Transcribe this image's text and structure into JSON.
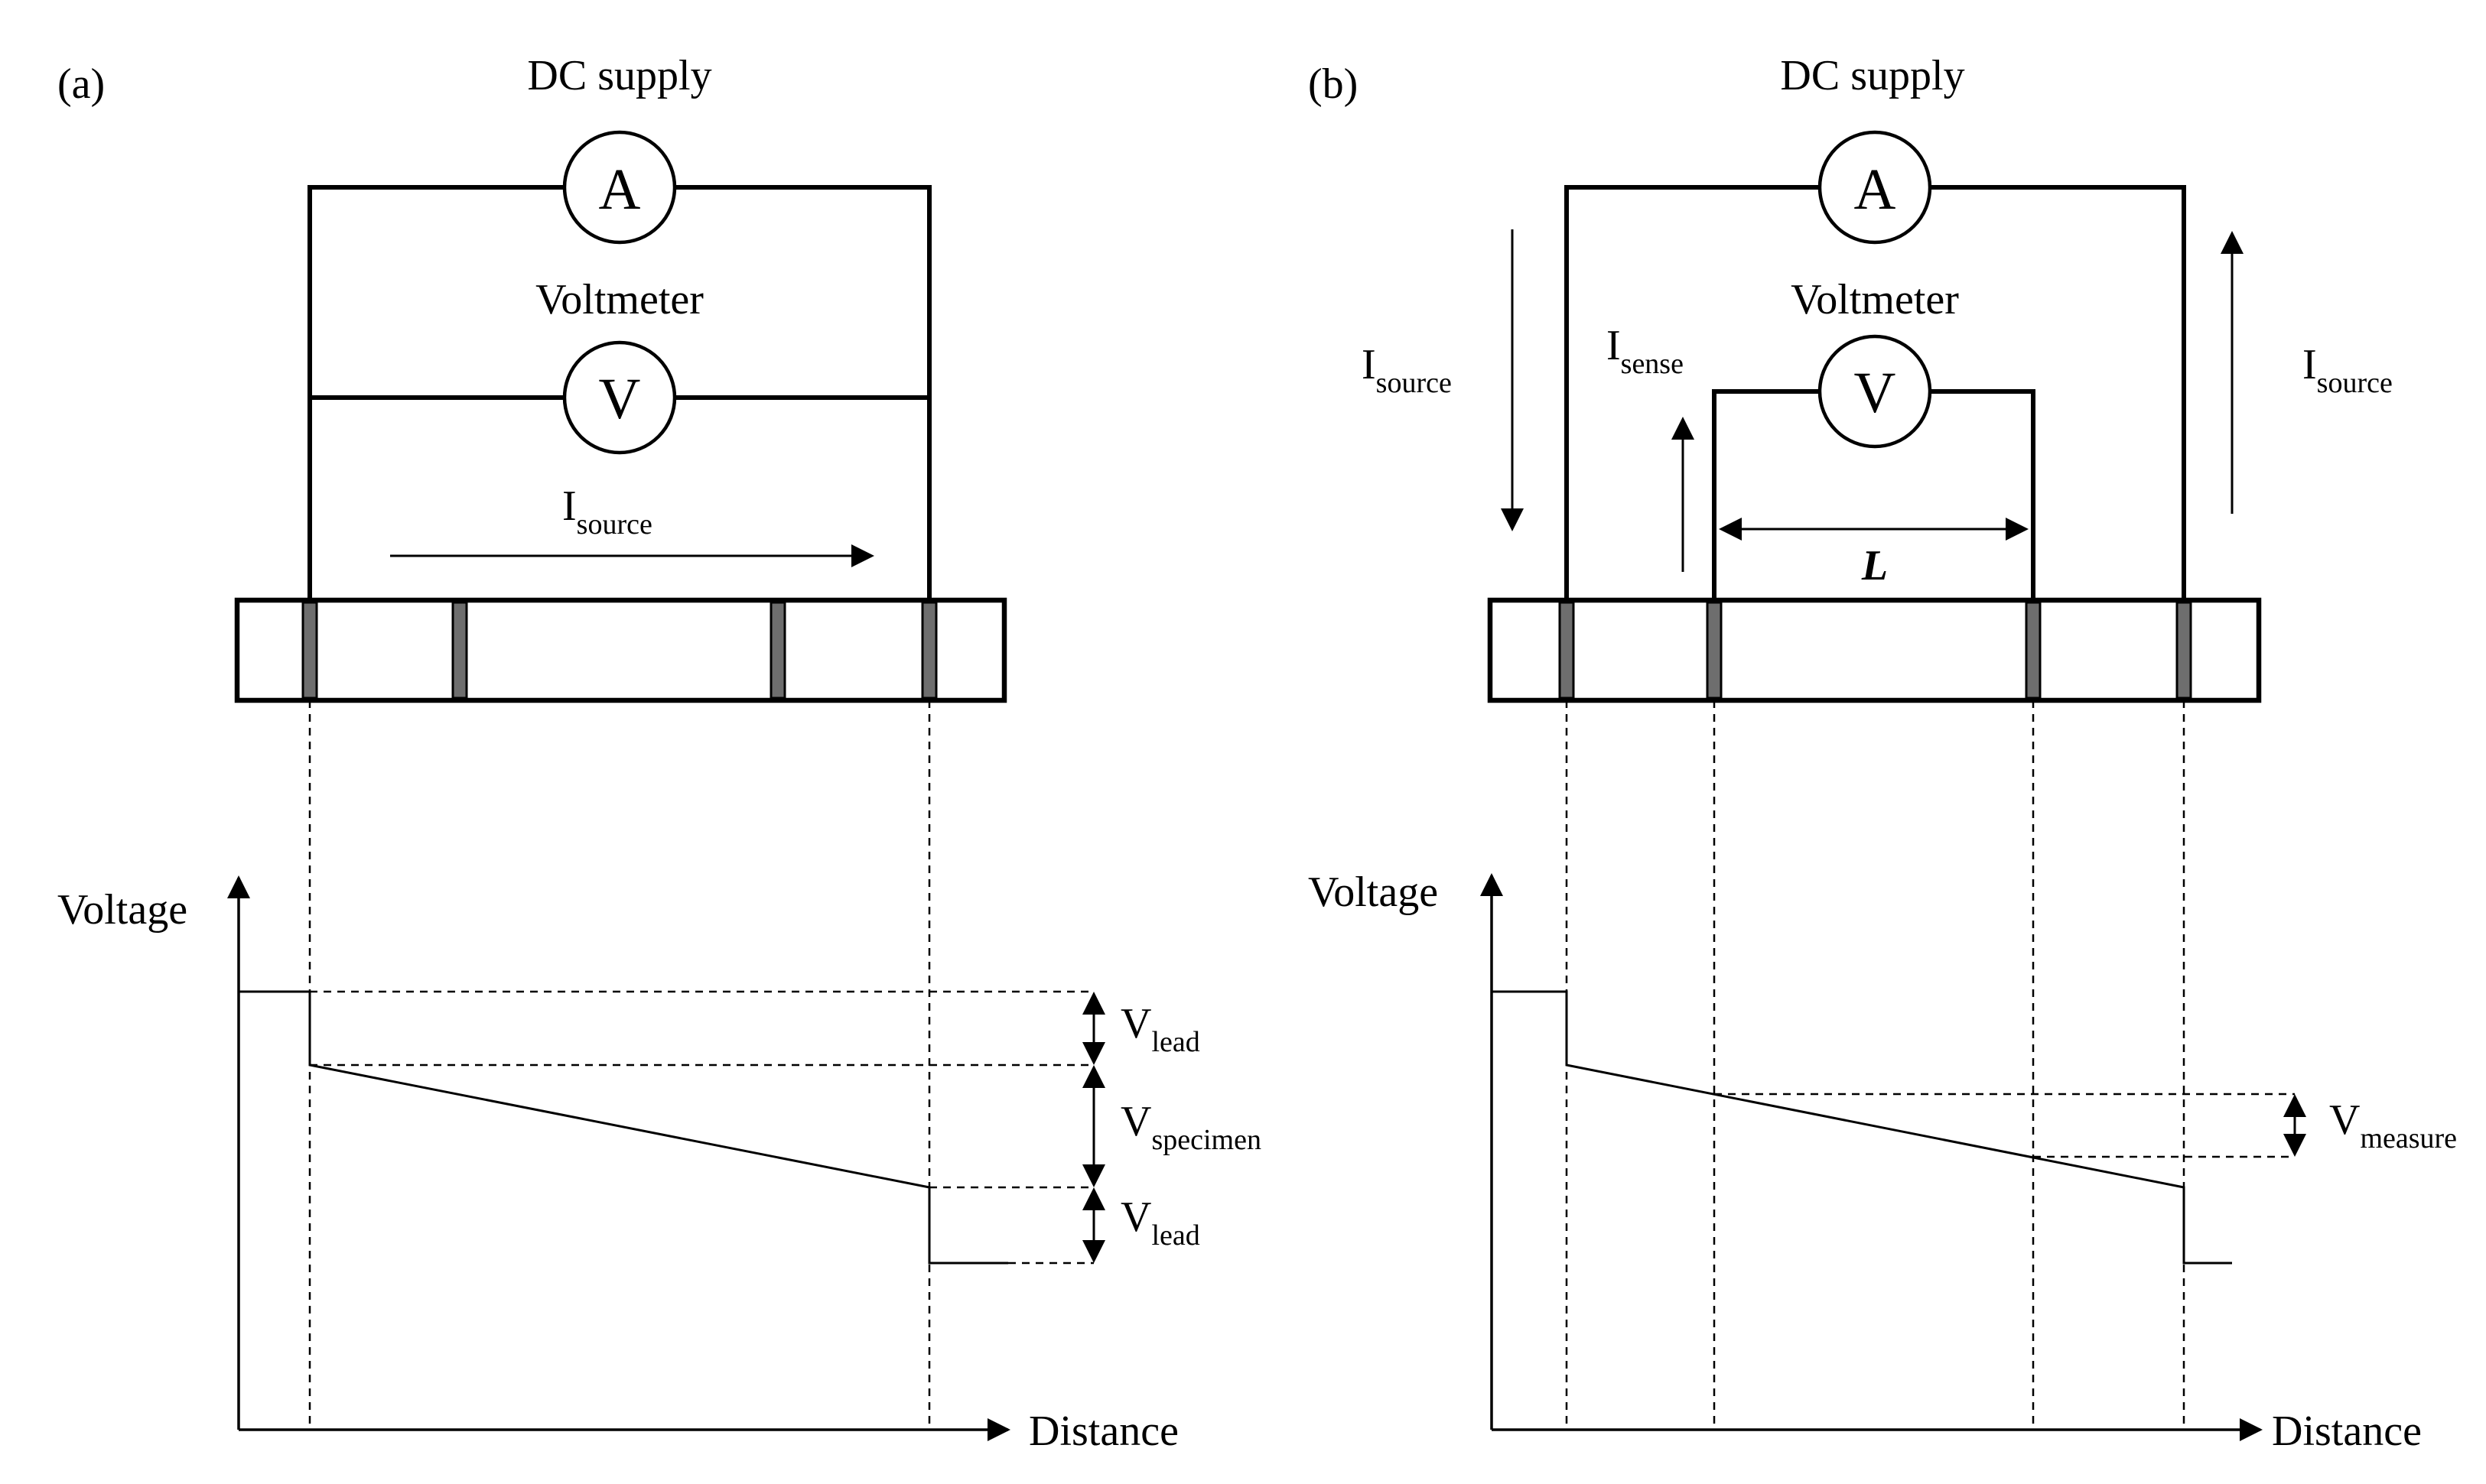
{
  "panel_a": {
    "label": "(a)",
    "supply_label": "DC supply",
    "ammeter_symbol": "A",
    "voltmeter_label": "Voltmeter",
    "voltmeter_symbol": "V",
    "current": {
      "main": "I",
      "sub": "source"
    },
    "plot": {
      "y_label": "Voltage",
      "x_label": "Distance",
      "v_lead_top": {
        "main": "V",
        "sub": "lead"
      },
      "v_specimen": {
        "main": "V",
        "sub": "specimen"
      },
      "v_lead_bottom": {
        "main": "V",
        "sub": "lead"
      }
    }
  },
  "panel_b": {
    "label": "(b)",
    "supply_label": "DC supply",
    "ammeter_symbol": "A",
    "voltmeter_label": "Voltmeter",
    "voltmeter_symbol": "V",
    "current_left": {
      "main": "I",
      "sub": "source"
    },
    "current_sense": {
      "main": "I",
      "sub": "sense"
    },
    "current_right": {
      "main": "I",
      "sub": "source"
    },
    "length_label": "L",
    "plot": {
      "y_label": "Voltage",
      "x_label": "Distance",
      "v_measure": {
        "main": "V",
        "sub": "measure"
      }
    }
  },
  "colors": {
    "ink": "#000000",
    "electrode": "#6e6e6e",
    "background": "#ffffff"
  }
}
